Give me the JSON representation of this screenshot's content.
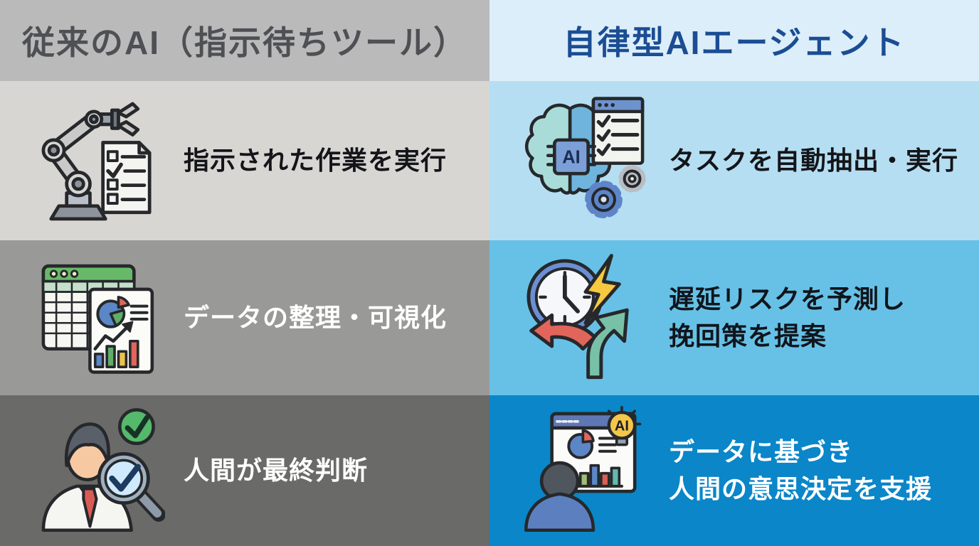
{
  "infographic": {
    "columns": [
      {
        "id": "traditional-ai",
        "title": "従来のAI（指示待ちツール）",
        "colors": {
          "header_bg": "#bababa",
          "header_text": "#4e5054",
          "row_bgs": [
            "#d8d6d3",
            "#999997",
            "#6a6a68"
          ],
          "row_text": [
            "#141519",
            "#ffffff",
            "#ffffff"
          ]
        },
        "rows": [
          {
            "icon": "robot-arm-checklist-icon",
            "lines": [
              "指示された作業を実行"
            ]
          },
          {
            "icon": "spreadsheet-chart-icon",
            "lines": [
              "データの整理・可視化"
            ]
          },
          {
            "icon": "human-final-judgment-icon",
            "lines": [
              "人間が最終判断"
            ]
          }
        ]
      },
      {
        "id": "autonomous-ai-agent",
        "title": "自律型AIエージェント",
        "colors": {
          "header_bg": "#dceef9",
          "header_text": "#1b4d94",
          "row_bgs": [
            "#b5def2",
            "#67c1e6",
            "#0a86c9"
          ],
          "row_text": [
            "#141519",
            "#10151c",
            "#ffffff"
          ]
        },
        "rows": [
          {
            "icon": "ai-brain-task-icon",
            "icon_text": "AI",
            "lines": [
              "タスクを自動抽出・実行"
            ]
          },
          {
            "icon": "delay-risk-forecast-icon",
            "lines": [
              "遅延リスクを予測し",
              "挽回策を提案"
            ]
          },
          {
            "icon": "data-decision-support-icon",
            "icon_text": "AI",
            "lines": [
              "データに基づき",
              "人間の意思決定を支援"
            ]
          }
        ]
      }
    ]
  }
}
